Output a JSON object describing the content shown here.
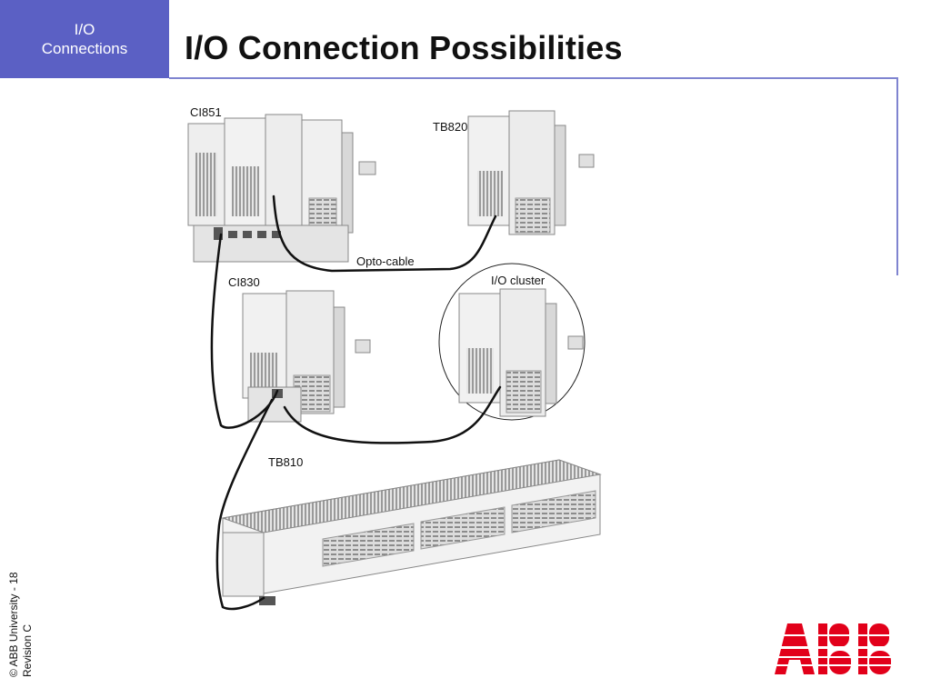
{
  "section_tab": {
    "line1": "I/O",
    "line2": "Connections"
  },
  "title": "I/O Connection Possibilities",
  "diagram": {
    "labels": {
      "ci851": "CI851",
      "tb820": "TB820",
      "opto_cable": "Opto-cable",
      "ci830": "CI830",
      "io_cluster": "I/O cluster",
      "tb810": "TB810"
    }
  },
  "footer": {
    "copyright": "© ABB University - 18",
    "revision": "Revision C"
  },
  "logo": {
    "text": "ABB",
    "color": "#e2001a"
  },
  "colors": {
    "accent": "#5b60c4",
    "rule": "#7f84d0"
  }
}
